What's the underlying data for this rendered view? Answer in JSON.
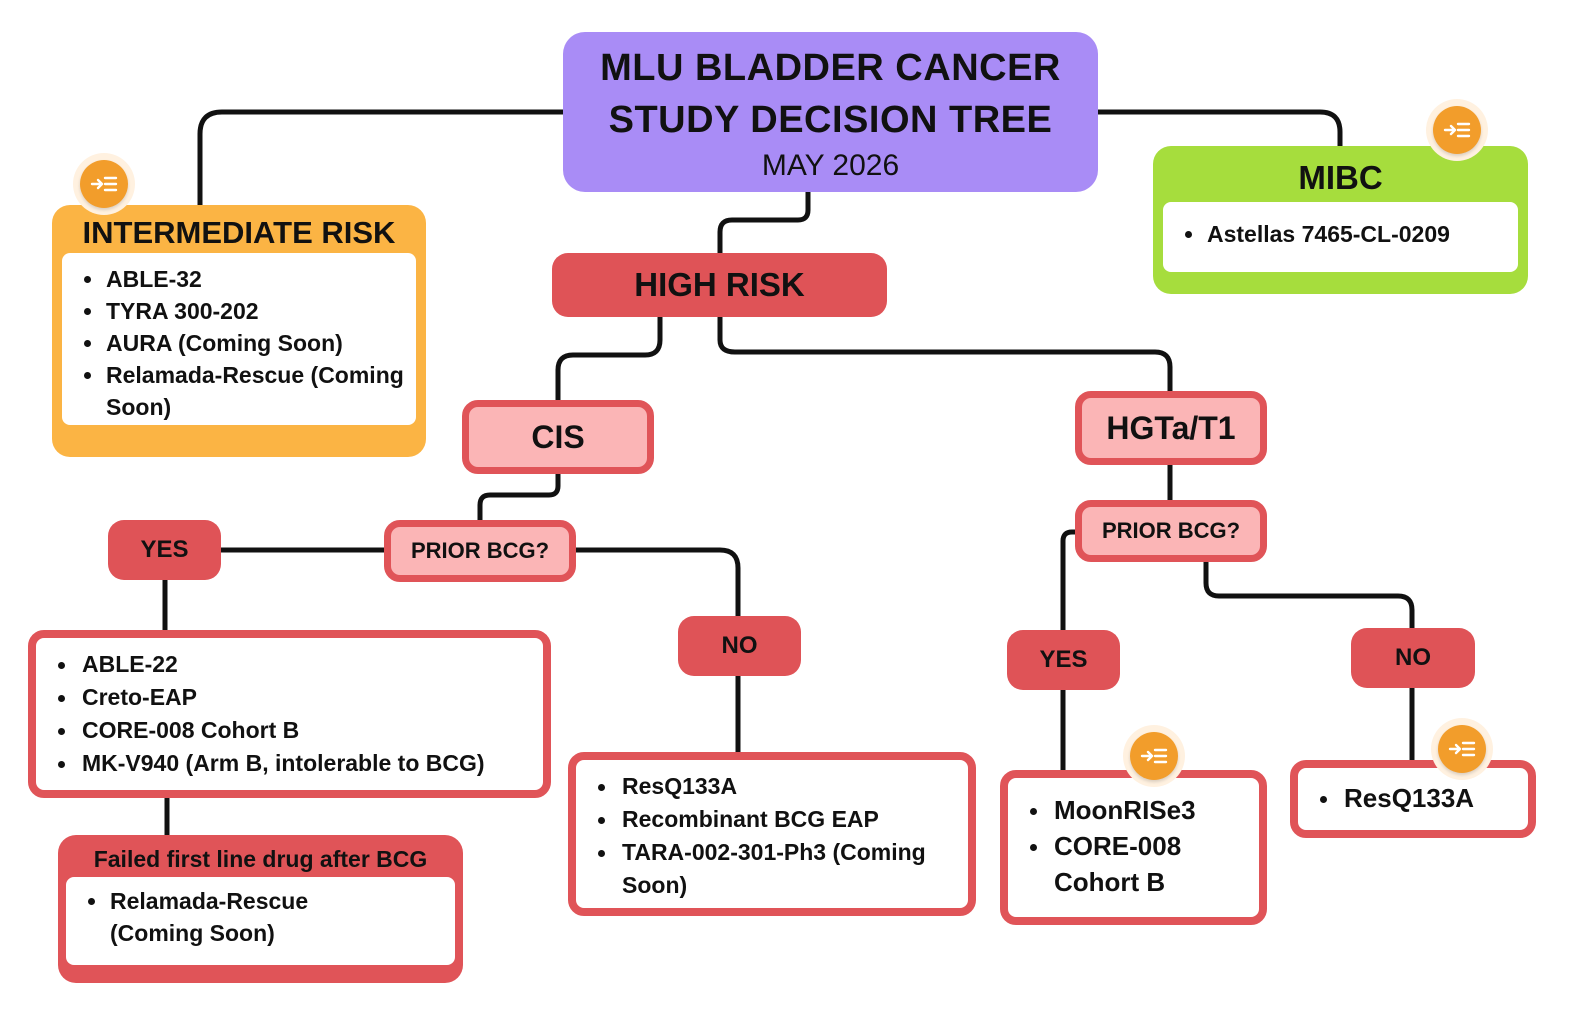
{
  "title": {
    "line1": "MLU BLADDER CANCER",
    "line2": "STUDY DECISION TREE",
    "date": "MAY 2026"
  },
  "intermediate_risk": {
    "heading": "INTERMEDIATE RISK",
    "items": [
      "ABLE-32",
      "TYRA 300-202",
      "AURA (Coming Soon)",
      "Relamada-Rescue (Coming Soon)"
    ]
  },
  "mibc": {
    "heading": "MIBC",
    "items": [
      "Astellas 7465-CL-0209"
    ]
  },
  "high_risk": {
    "label": "HIGH RISK"
  },
  "cis": {
    "label": "CIS",
    "prior_bcg": "PRIOR BCG?",
    "yes_label": "YES",
    "no_label": "NO",
    "yes_items": [
      "ABLE-22",
      "Creto-EAP",
      "CORE-008 Cohort B",
      "MK-V940 (Arm B, intolerable to BCG)"
    ],
    "failed": {
      "heading": "Failed first line drug after BCG",
      "items": [
        "Relamada-Rescue (Coming Soon)"
      ]
    },
    "no_items": [
      "ResQ133A",
      "Recombinant BCG EAP",
      "TARA-002-301-Ph3 (Coming Soon)"
    ]
  },
  "hgta": {
    "label": "HGTa/T1",
    "prior_bcg": "PRIOR BCG?",
    "yes_label": "YES",
    "no_label": "NO",
    "yes_items": [
      "MoonRISe3",
      "CORE-008 Cohort B"
    ],
    "no_items": [
      "ResQ133A"
    ]
  },
  "colors": {
    "title_bg": "#a98cf6",
    "intermediate": "#fbb444",
    "mibc": "#a6dd3d",
    "high_risk": "#df5357",
    "pink": "#fbb5b6",
    "badge": "#f29d2b"
  },
  "icons": [
    "indent-list-icon"
  ]
}
